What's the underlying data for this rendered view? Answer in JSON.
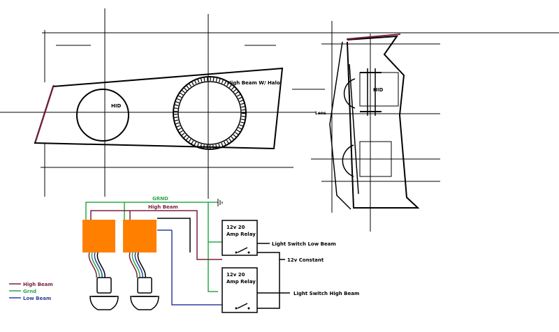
{
  "colors": {
    "high_beam": "#7a1f3d",
    "ground": "#2aa84a",
    "low_beam": "#2f3f9e",
    "connector": "#ff8000",
    "lines": "#000000",
    "background": "#ffffff"
  },
  "front_view": {
    "hid_label": "HID",
    "high_beam_label": "High  Beam W/ Halo",
    "lens_label": "Lens"
  },
  "side_view": {
    "hid_label": "HID"
  },
  "wiring": {
    "ground_label": "GRND",
    "high_beam_label": "High Beam",
    "relay_low": {
      "line1": "12v 20",
      "line2": "Amp Relay",
      "output_label": "Light Switch Low Beam"
    },
    "relay_high": {
      "line1": "12v 20",
      "line2": "Amp Relay",
      "output_label": "Light Switch High Beam"
    },
    "constant_label": "12v Constant"
  },
  "legend": {
    "items": [
      {
        "label": "High Beam",
        "color": "#7a1f3d"
      },
      {
        "label": "Grnd",
        "color": "#2aa84a"
      },
      {
        "label": "Low Beam",
        "color": "#2f3f9e"
      }
    ]
  }
}
